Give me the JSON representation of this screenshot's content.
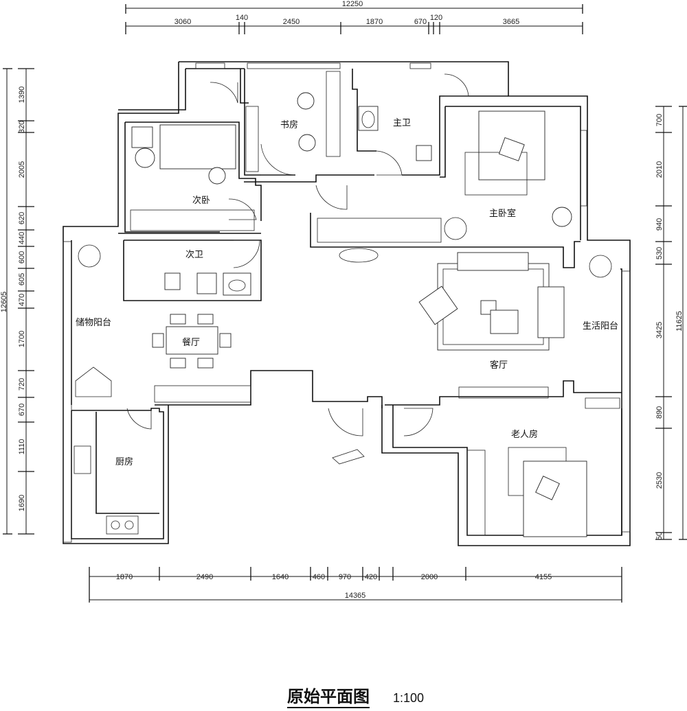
{
  "title": {
    "main": "原始平面图",
    "scale": "1:100"
  },
  "rooms": {
    "study": "书房",
    "master_bath": "主卫",
    "second_bedroom": "次卧",
    "master_bedroom": "主卧室",
    "second_bath": "次卫",
    "storage_balcony": "储物阳台",
    "dining": "餐厅",
    "living": "客厅",
    "living_balcony": "生活阳台",
    "kitchen": "厨房",
    "elder_room": "老人房"
  },
  "dimensions": {
    "top_total": "12250",
    "top_segments": [
      "3060",
      "140",
      "2450",
      "1870",
      "670",
      "120",
      "3665"
    ],
    "bottom_total": "14365",
    "bottom_segments": [
      "1870",
      "2490",
      "1640",
      "460",
      "970",
      "420",
      "2000",
      "4155"
    ],
    "left_total": "12605",
    "left_segments": [
      "1390",
      "320",
      "2005",
      "620",
      "440",
      "600",
      "605",
      "470",
      "1700",
      "720",
      "670",
      "1110",
      "1690"
    ],
    "right_total": "11625",
    "right_segments": [
      "700",
      "2010",
      "940",
      "530",
      "3425",
      "890",
      "2530",
      "50"
    ]
  }
}
